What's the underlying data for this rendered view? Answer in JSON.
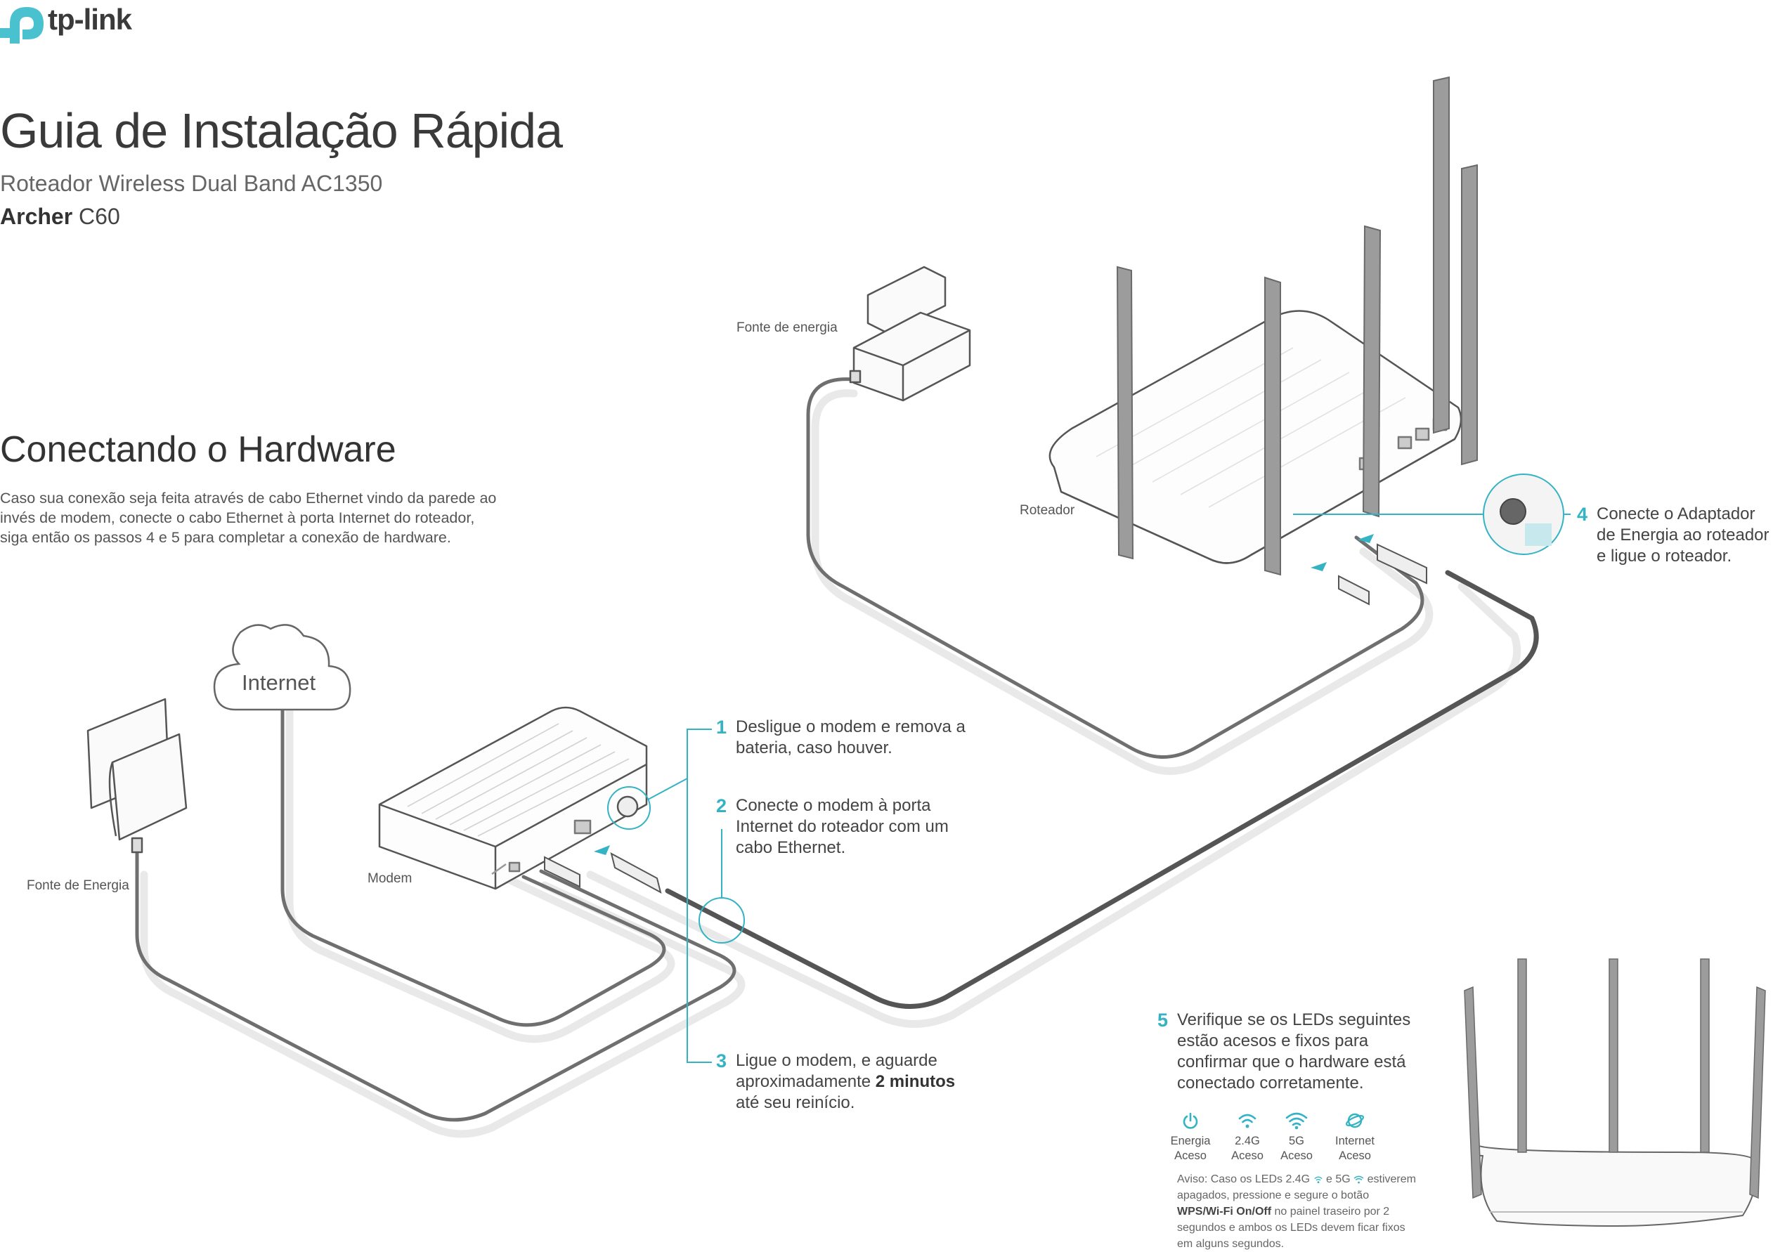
{
  "brand": {
    "logo_text": "tp-link",
    "accent": "#33b3c4"
  },
  "header": {
    "title": "Guia de Instalação Rápida",
    "subtitle": "Roteador Wireless Dual Band AC1350",
    "model_bold": "Archer",
    "model_rest": " C60"
  },
  "section": {
    "title": "Conectando o Hardware",
    "intro": "Caso sua conexão seja feita através de cabo Ethernet vindo da parede ao invés de modem, conecte o cabo Ethernet à porta Internet do roteador, siga então os passos 4 e 5 para completar a conexão de hardware."
  },
  "labels": {
    "power_router": "Fonte de energia",
    "router": "Roteador",
    "internet": "Internet",
    "power_modem": "Fonte de Energia",
    "modem": "Modem"
  },
  "steps": {
    "s1": {
      "num": "1",
      "text": "Desligue o modem e remova a bateria, caso houver."
    },
    "s2": {
      "num": "2",
      "text": "Conecte o modem à  porta Internet do roteador com um cabo Ethernet."
    },
    "s3": {
      "num": "3",
      "text_a": "Ligue o modem, e aguarde aproximadamente ",
      "bold": "2 minutos",
      "text_b": " até seu reinício."
    },
    "s4": {
      "num": "4",
      "text": "Conecte o Adaptador de Energia ao roteador e ligue o roteador."
    },
    "s5": {
      "num": "5",
      "text": "Verifique se os LEDs seguintes estão acesos e fixos para confirmar que o hardware está conectado corretamente."
    }
  },
  "leds": [
    {
      "name": "Energia",
      "state": "Aceso",
      "icon": "power-icon"
    },
    {
      "name": "2.4G",
      "state": "Aceso",
      "icon": "wifi-icon"
    },
    {
      "name": "5G",
      "state": "Aceso",
      "icon": "wifi-icon"
    },
    {
      "name": "Internet",
      "state": "Aceso",
      "icon": "globe-icon"
    }
  ],
  "note": {
    "p1": "Aviso: Caso os LEDs 2.4G",
    "p2": " e 5G",
    "p3": " estiverem apagados, pressione e segure o botão ",
    "bold": "WPS/Wi-Fi On/Off",
    "p4": " no painel traseiro por 2 segundos e ambos os LEDs devem ficar fixos em alguns segundos."
  }
}
